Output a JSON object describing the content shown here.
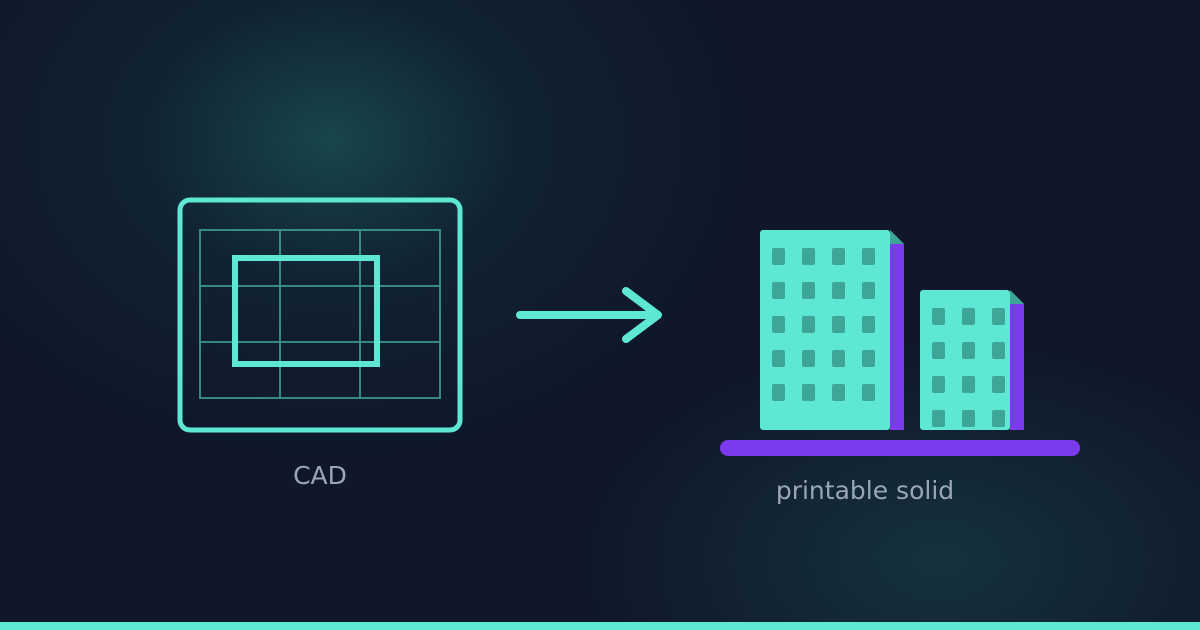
{
  "labels": {
    "left": "CAD",
    "right": "printable solid"
  },
  "colors": {
    "background": "#0f1729",
    "accent": "#5ee8d3",
    "building_side": "#7c3aed",
    "base": "#7c3aed",
    "window": "#3fa597",
    "label_text": "#9aa6b8"
  },
  "icons": {
    "left": "cad-grid-icon",
    "middle": "arrow-right-icon",
    "right": "buildings-icon"
  },
  "buildings": [
    {
      "rows": 5,
      "cols": 4
    },
    {
      "rows": 4,
      "cols": 3
    }
  ]
}
